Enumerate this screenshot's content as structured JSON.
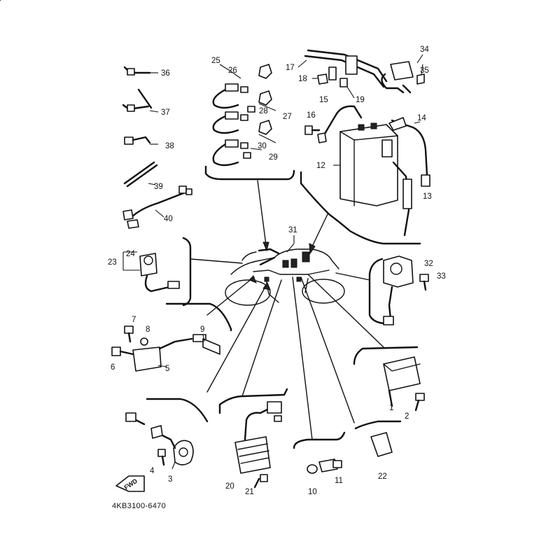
{
  "drawing_code": "4KB3100-6470",
  "fwd_label": "FWD",
  "callouts": {
    "c1": "1",
    "c2": "2",
    "c3": "3",
    "c4": "4",
    "c5": "5",
    "c6": "6",
    "c7": "7",
    "c8": "8",
    "c9": "9",
    "c10": "10",
    "c11": "11",
    "c12": "12",
    "c13": "13",
    "c14": "14",
    "c15": "15",
    "c16": "16",
    "c17": "17",
    "c18": "18",
    "c19": "19",
    "c20": "20",
    "c21": "21",
    "c22": "22",
    "c23": "23",
    "c24": "24",
    "c25": "25",
    "c26": "26",
    "c27": "27",
    "c28": "28",
    "c29": "29",
    "c30": "30",
    "c31": "31",
    "c32": "32",
    "c33": "33",
    "c34": "34",
    "c35": "35",
    "c36": "36",
    "c37": "37",
    "c38": "38",
    "c39": "39",
    "c40": "40"
  },
  "colors": {
    "ink": "#111111",
    "paper": "#ffffff"
  }
}
